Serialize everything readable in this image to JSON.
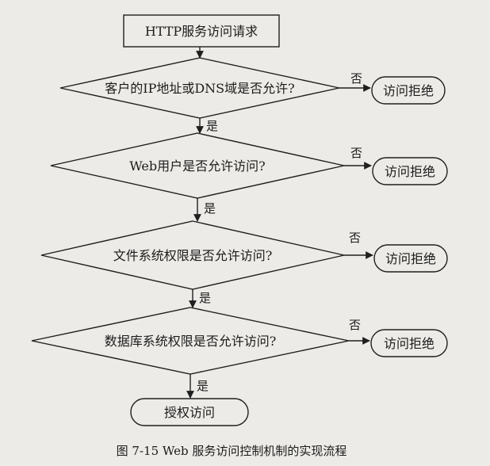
{
  "nodes": {
    "start": {
      "label": "HTTP服务访问请求"
    },
    "decision1": {
      "label": "客户的IP地址或DNS域是否允许?"
    },
    "decision2": {
      "label": "Web用户是否允许访问?"
    },
    "decision3": {
      "label": "文件系统权限是否允许访问?"
    },
    "decision4": {
      "label": "数据库系统权限是否允许访问?"
    },
    "deny1": {
      "label": "访问拒绝"
    },
    "deny2": {
      "label": "访问拒绝"
    },
    "deny3": {
      "label": "访问拒绝"
    },
    "deny4": {
      "label": "访问拒绝"
    },
    "grant": {
      "label": "授权访问"
    }
  },
  "edges": {
    "no1": "否",
    "no2": "否",
    "no3": "否",
    "no4": "否",
    "yes1": "是",
    "yes2": "是",
    "yes3": "是",
    "yes4": "是"
  },
  "caption": "图 7-15   Web 服务访问控制机制的实现流程"
}
